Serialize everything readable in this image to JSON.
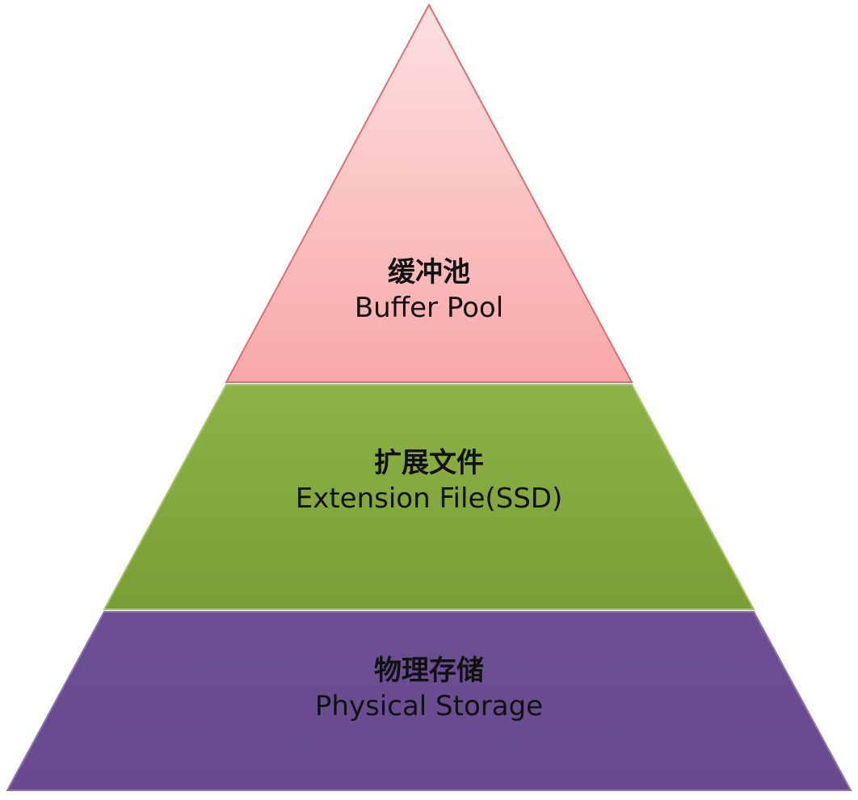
{
  "diagram": {
    "type": "pyramid",
    "tiers": [
      {
        "label_zh": "缓冲池",
        "label_en": "Buffer Pool",
        "fill_top": "#fde0e0",
        "fill_bottom": "#f8a8a8",
        "stroke": "#d87070"
      },
      {
        "label_zh": "扩展文件",
        "label_en": "Extension File(SSD)",
        "fill_top": "#8db346",
        "fill_bottom": "#7a9e35",
        "stroke": "#a8c86a"
      },
      {
        "label_zh": "物理存储",
        "label_en": "Physical Storage",
        "fill_top": "#6c4f93",
        "fill_bottom": "#674b8e",
        "stroke": "#8f76b0"
      }
    ]
  }
}
